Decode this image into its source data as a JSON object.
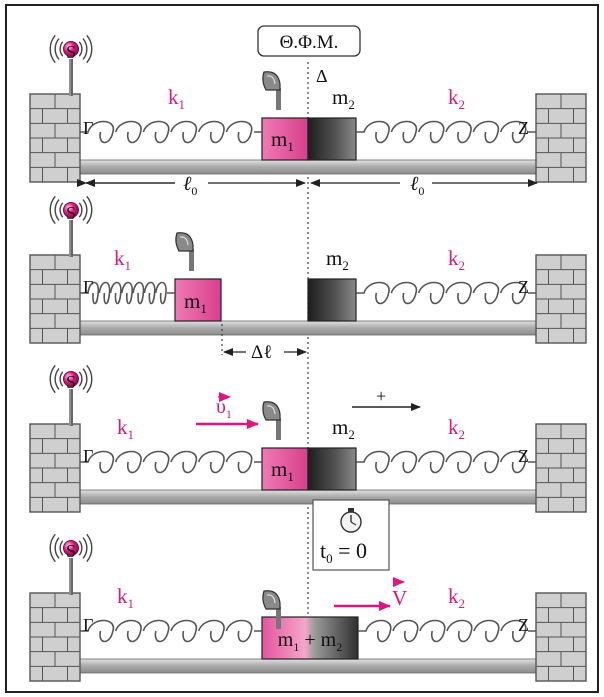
{
  "colors": {
    "magenta": "#e0157f",
    "spring": "#555555",
    "wall": "#cfcfcf",
    "wall_line": "#555555",
    "floor": "#b8b8b8",
    "block_dark": "#333333",
    "block_pink": "#e34d9a",
    "frame": "#222222"
  },
  "labels": {
    "equilibrium": "Θ.Φ.Μ.",
    "delta_point": "Δ",
    "speaker": "S",
    "gamma": "Γ",
    "zeta": "Z",
    "k1": "k",
    "k1_sub": "1",
    "k2": "k",
    "k2_sub": "2",
    "m1": "m",
    "m1_sub": "1",
    "m2": "m",
    "m2_sub": "2",
    "l0": "ℓ",
    "l0_sub": "0",
    "delta_l": "Δℓ",
    "plus": "+",
    "v1": "υ",
    "v1_sub": "1",
    "V": "V",
    "t0": "t",
    "t0_sub": "0",
    "t0_eq": " = 0",
    "combined_m1": "m",
    "combined_sub1": "1",
    "combined_plus": " + m",
    "combined_sub2": "2"
  },
  "panels": [
    {
      "name": "panel-1-equilibrium"
    },
    {
      "name": "panel-2-compressed"
    },
    {
      "name": "panel-3-collision"
    },
    {
      "name": "panel-4-combined"
    }
  ]
}
